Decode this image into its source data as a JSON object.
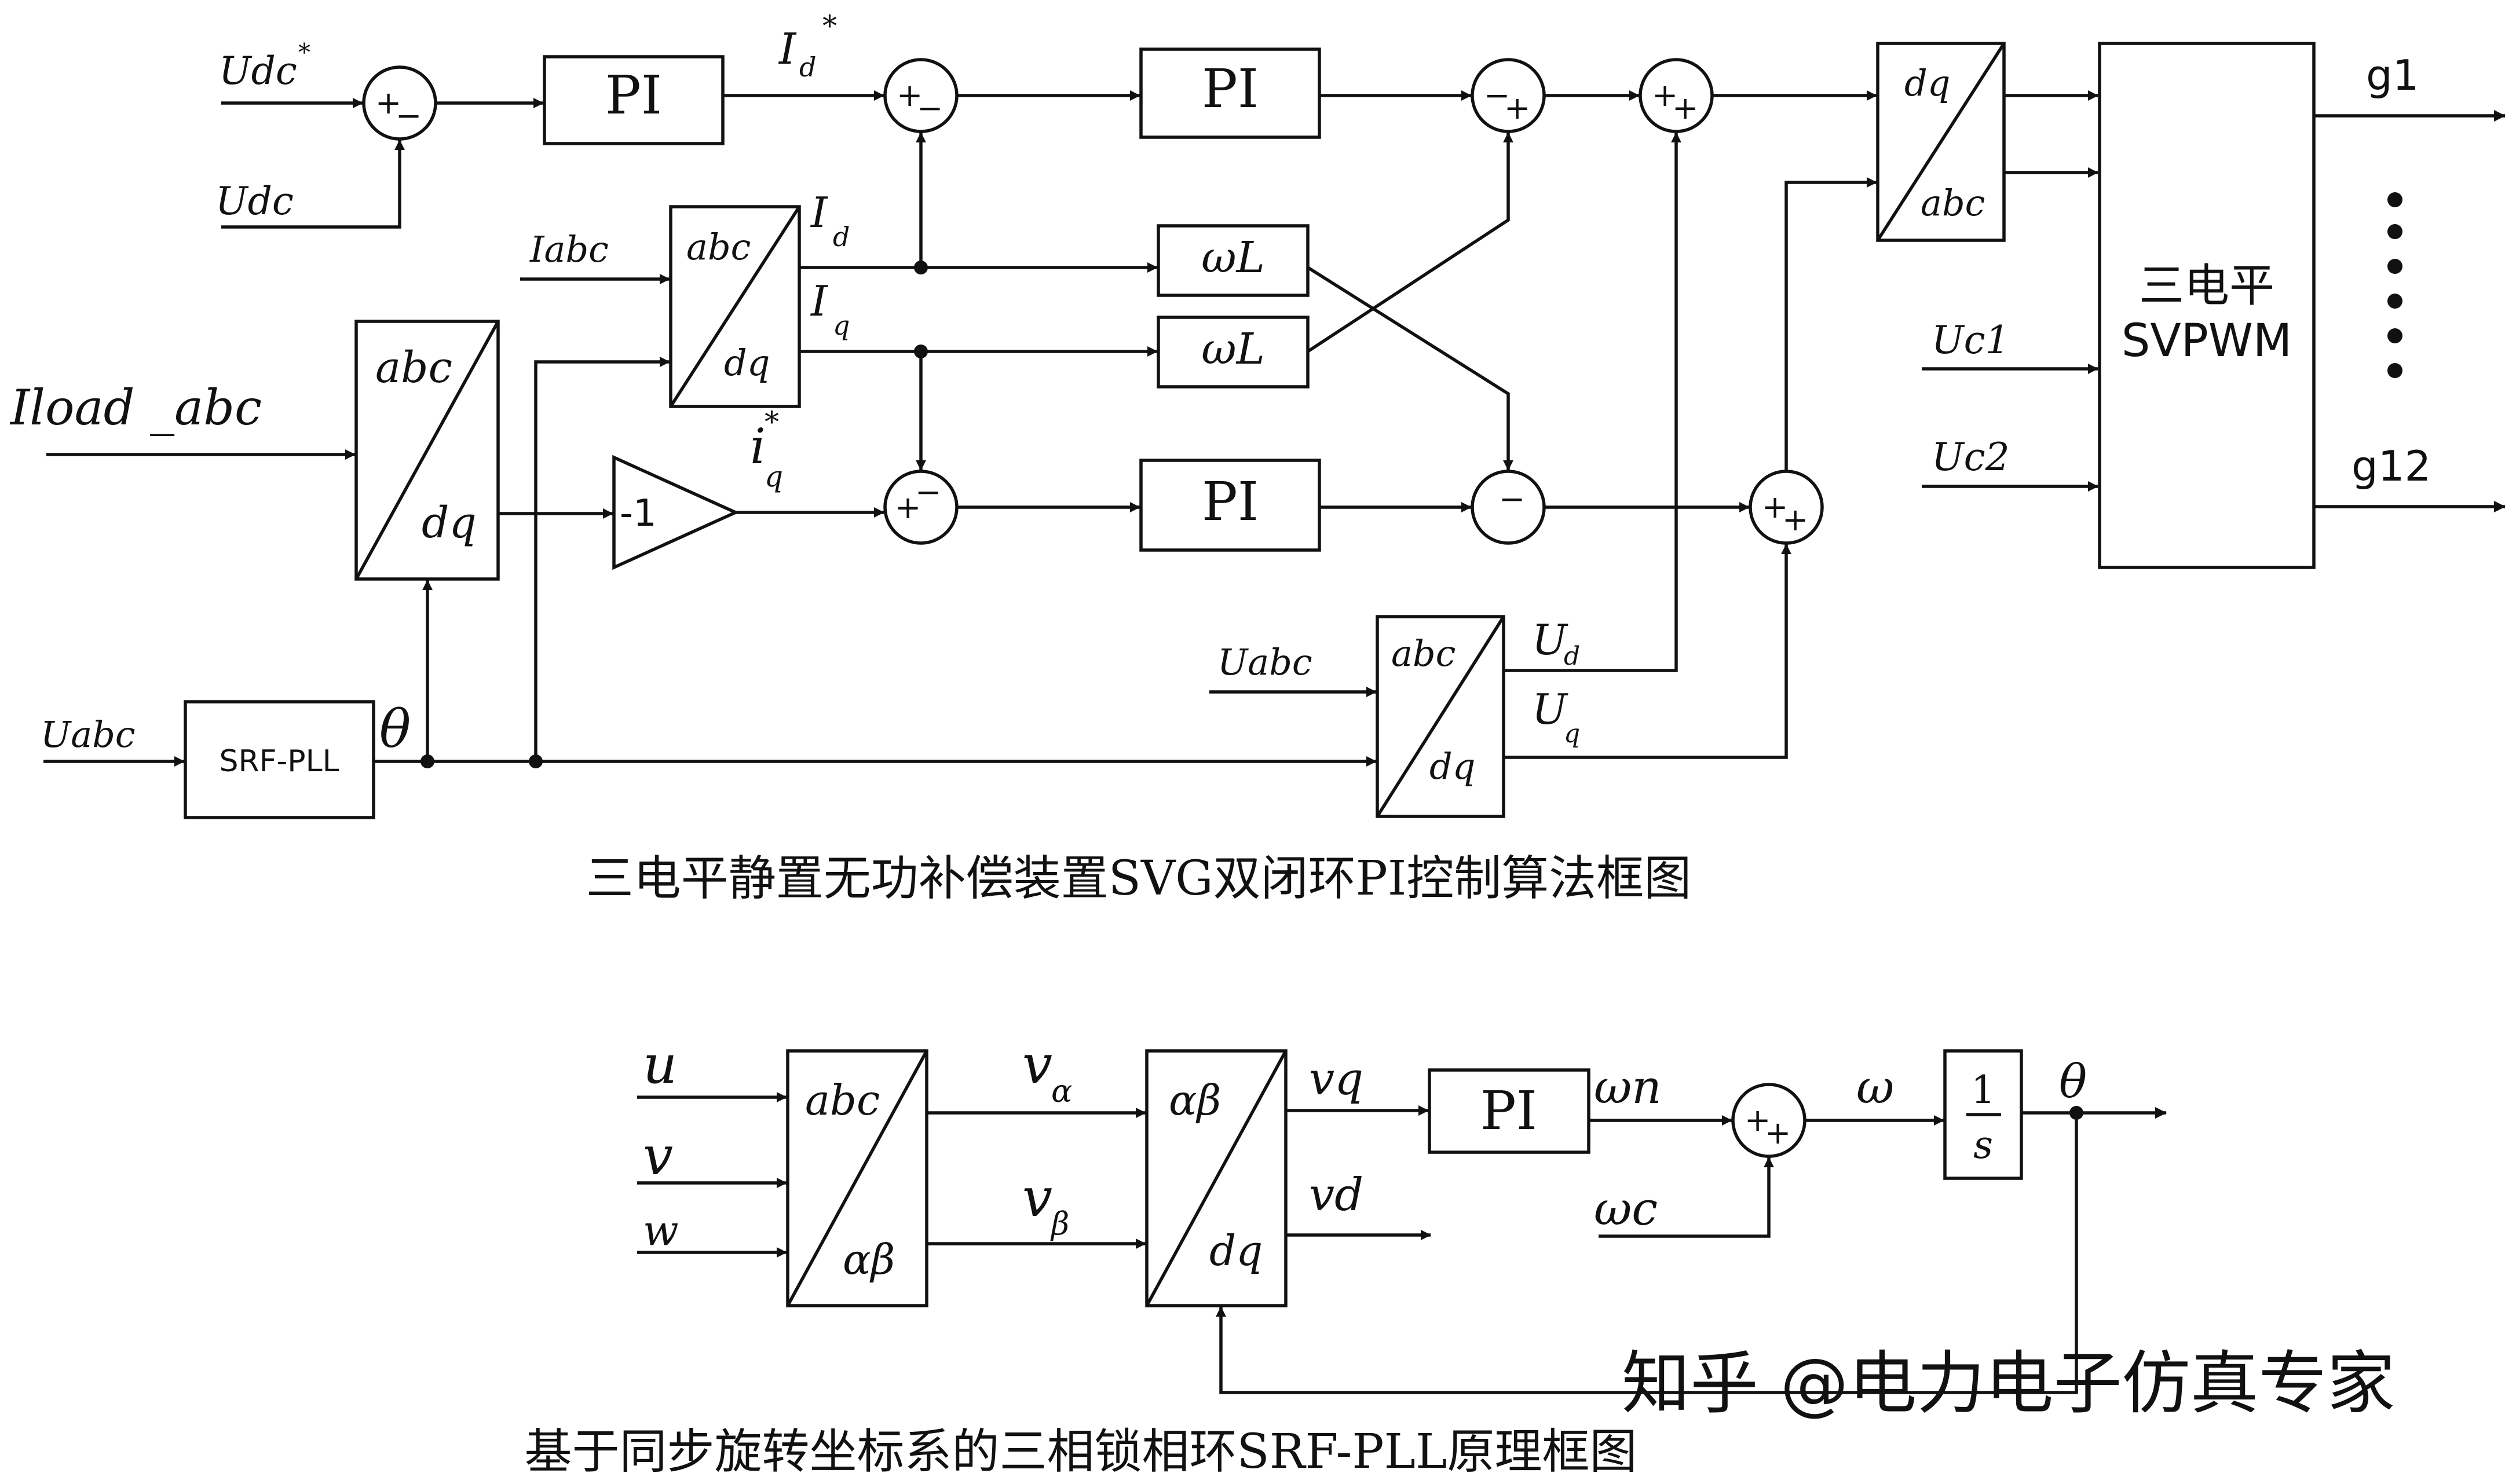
{
  "top_diagram": {
    "caption": "三电平静置无功补偿装置SVG双闭环PI控制算法框图",
    "inputs": {
      "udc_ref": "Udc",
      "udc_ref_sup": "*",
      "udc": "Udc",
      "iload_abc": "Iload _abc",
      "uabc_pll": "Uabc",
      "iabc": "Iabc",
      "uabc_ud": "Uabc",
      "uc1": "Uc1",
      "uc2": "Uc2"
    },
    "blocks": {
      "pi_dc": "PI",
      "pi_d": "PI",
      "pi_q": "PI",
      "wl_top": "ωL",
      "wl_bottom": "ωL",
      "gain": "-1",
      "svpwm_line1": "三电平",
      "svpwm_line2": "SVPWM",
      "pll": "SRF-PLL",
      "abc_label": "abc",
      "dq_label": "dq"
    },
    "signals": {
      "id_ref": "I",
      "id_ref_sub": "d",
      "id_ref_sup": "*",
      "id": "I",
      "id_sub": "d",
      "iq": "I",
      "iq_sub": "q",
      "iq_ref": "i",
      "iq_ref_sub": "q",
      "iq_ref_sup": "*",
      "theta": "θ",
      "ud": "U",
      "ud_sub": "d",
      "uq": "U",
      "uq_sub": "q"
    },
    "outputs": {
      "g_first": "g1",
      "g_last": "g12",
      "ellipsis": "⋮"
    },
    "sum_signs": {
      "s1": [
        "+",
        "−"
      ],
      "s2": [
        "+",
        "−"
      ],
      "s3": [
        "−",
        "+"
      ],
      "s4": [
        "+",
        "+"
      ],
      "s5": [
        "+",
        "−"
      ],
      "s6": [
        "−"
      ],
      "s7": [
        "+",
        "+"
      ]
    }
  },
  "bottom_diagram": {
    "caption": "基于同步旋转坐标系的三相锁相环SRF-PLL原理框图",
    "inputs": {
      "u": "u",
      "v": "v",
      "w": "w",
      "wc": "ωc"
    },
    "blocks": {
      "clarke_top": "abc",
      "clarke_bottom": "αβ",
      "park_top": "αβ",
      "park_bottom": "dq",
      "pi": "PI",
      "integrator_num": "1",
      "integrator_den": "s"
    },
    "signals": {
      "v_alpha": "v",
      "v_alpha_sub": "α",
      "v_beta": "v",
      "v_beta_sub": "β",
      "vq": "vq",
      "vd": "vd",
      "wn": "ωn",
      "w": "ω",
      "theta": "θ"
    },
    "sum_signs": [
      "+",
      "+"
    ]
  },
  "watermark": "知乎 @电力电子仿真专家"
}
